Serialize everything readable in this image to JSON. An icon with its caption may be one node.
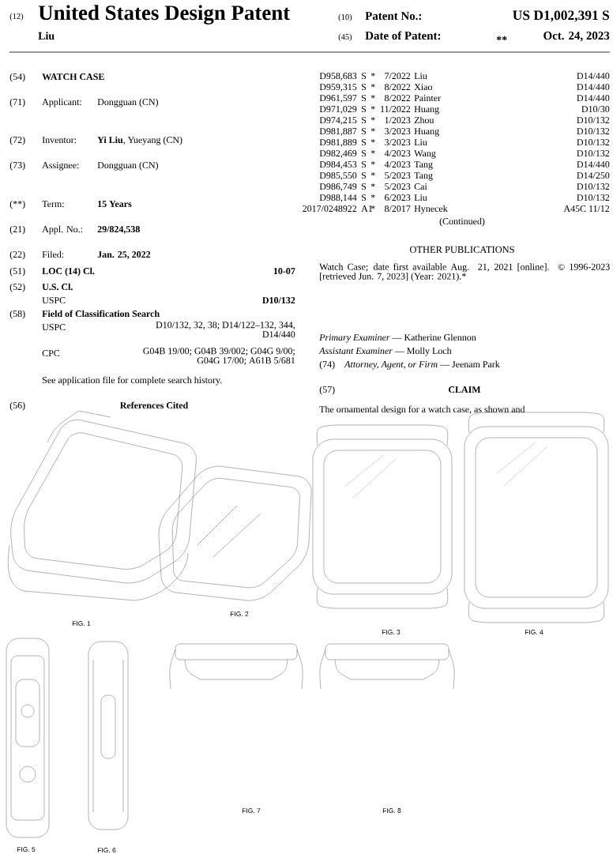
{
  "diagram": {
    "title": "United States Design Patent",
    "labels": [
      "(12)",
      "Liu",
      "(10)",
      "Patent No.:",
      "US D1,002,391 S",
      "(45)",
      "Date of Patent:",
      "**",
      "Oct. 24, 2023",
      "(54)",
      "WATCH CASE",
      "(71)",
      "Applicant:",
      "Dongguan (CN)",
      "(72)",
      "Inventor:",
      "**Yi Liu**, Yueyang (CN)",
      "(73)",
      "Assignee:",
      "Dongguan (CN)",
      "(**)",
      "Term:",
      "15 Years",
      "(21)",
      "Appl. No.:",
      "29/824,538",
      "(22)",
      "Filed:",
      "Jan. 25, 2022",
      "(51)",
      "LOC (14) Cl.",
      "10-07",
      "(52)",
      "U.S. Cl.",
      "USPC",
      "D10/132",
      "(58)",
      "Field of Classification Search",
      "USPC",
      "D10/132, 32, 38; D14/122–132, 344, D14/440",
      "CPC",
      "G04B 19/00; G04B 39/002; G04G 9/00; G04G 17/00; A61B 5/681",
      "See application file for complete search history.",
      "(56)",
      "References Cited",
      "D958,683",
      "S",
      "*",
      "7/2022",
      "Liu",
      "D14/440",
      "D959,315",
      "S",
      "*",
      "8/2022",
      "Xiao",
      "D14/440",
      "D961,597",
      "S",
      "*",
      "8/2022",
      "Painter",
      "D14/440",
      "D971,029",
      "S",
      "*",
      "11/2022",
      "Huang",
      "D10/30",
      "D974,215",
      "S",
      "*",
      "1/2023",
      "Zhou",
      "D10/132",
      "D981,887",
      "S",
      "*",
      "3/2023",
      "Huang",
      "D10/132",
      "D981,889",
      "S",
      "*",
      "3/2023",
      "Liu",
      "D10/132",
      "D982,469",
      "S",
      "*",
      "4/2023",
      "Wang",
      "D10/132",
      "D984,453",
      "S",
      "*",
      "4/2023",
      "Tang",
      "D14/440",
      "D985,550",
      "S",
      "*",
      "5/2023",
      "Tang",
      "D14/250",
      "D986,749",
      "S",
      "*",
      "5/2023",
      "Cai",
      "D10/132",
      "D988,144",
      "S",
      "*",
      "6/2023",
      "Liu",
      "D10/132",
      "2017/0248922",
      "A1",
      "*",
      "8/2017",
      "Hynecek",
      "A45C 11/12",
      "(Continued)",
      "OTHER PUBLICATIONS",
      "Watch Case; date first available Aug. 21, 2021 [online]. © 1996-2023 [retrieved Jun. 7, 2023] (Year: 2021).*",
      "*Primary Examiner* — Katherine Glennon",
      "*Assistant Examiner* — Molly Loch",
      "(74)",
      "*Attorney, Agent, or Firm* — Jeenam Park",
      "(57)",
      "CLAIM",
      "The ornamental design for a watch case, as shown and",
      "FIG. 1",
      "FIG. 2",
      "FIG. 3",
      "FIG. 4",
      "FIG. 5",
      "FIG. 6",
      "FIG. 7",
      "FIG. 8"
    ]
  }
}
